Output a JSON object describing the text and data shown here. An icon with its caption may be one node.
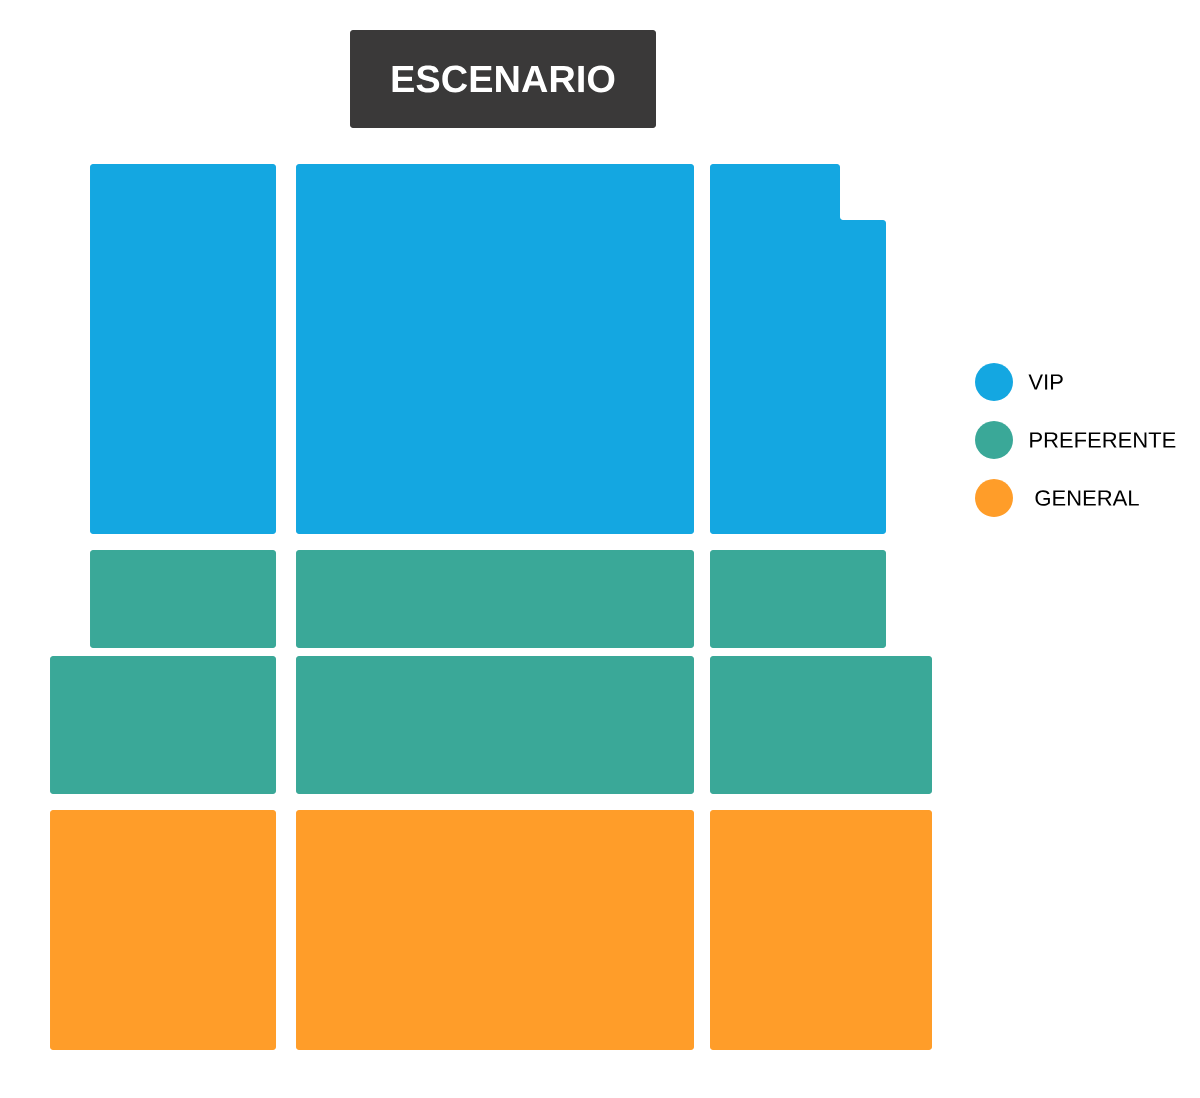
{
  "diagram": {
    "nodes": [
      {
        "text": [
          "ESCENARIO"
        ]
      },
      {
        "text": [],
        "shape": "box"
      },
      {
        "text": [],
        "shape": "box"
      },
      {
        "text": [],
        "shape": "box"
      },
      {
        "text": [],
        "shape": "box"
      },
      {
        "text": [],
        "shape": "box"
      },
      {
        "text": [],
        "shape": "box"
      },
      {
        "text": [],
        "shape": "box"
      },
      {
        "text": [],
        "shape": "box"
      },
      {
        "text": [],
        "shape": "box"
      },
      {
        "text": [],
        "shape": "box"
      },
      {
        "text": [],
        "shape": "box"
      },
      {
        "text": [],
        "shape": "box"
      }
    ],
    "legend": [
      {
        "text": "VIP",
        "color": "#14a7e1"
      },
      {
        "text": "PREFERENTE",
        "color": "#3aa898"
      },
      {
        "text": "GENERAL",
        "color": "#ff9d29"
      }
    ]
  }
}
